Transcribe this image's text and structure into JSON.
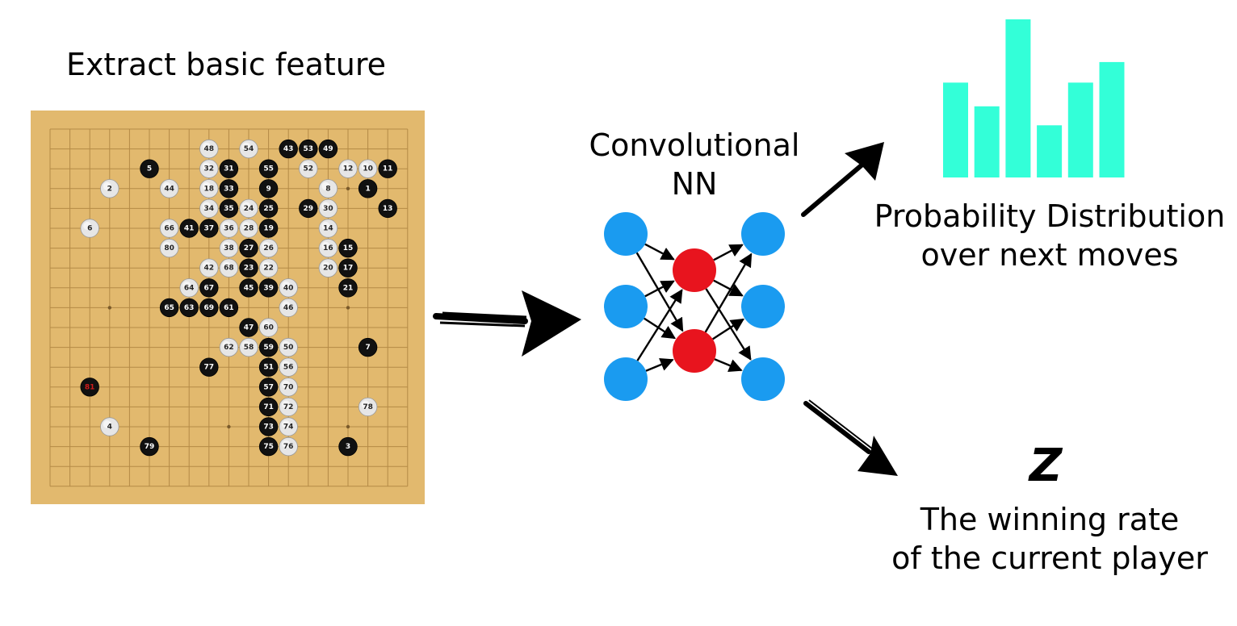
{
  "board": {
    "title": "Extract basic feature",
    "colors": {
      "wood": "#e2b96e",
      "line": "#b48a46",
      "black_stone": "#111111",
      "white_stone": "#e6e6e6",
      "last_move_text": "#d11c1c"
    },
    "stones": [
      {
        "n": "48",
        "c": "w",
        "col": 8,
        "row": 1
      },
      {
        "n": "54",
        "c": "w",
        "col": 10,
        "row": 1
      },
      {
        "n": "43",
        "c": "b",
        "col": 12,
        "row": 1
      },
      {
        "n": "53",
        "c": "b",
        "col": 13,
        "row": 1
      },
      {
        "n": "49",
        "c": "b",
        "col": 14,
        "row": 1
      },
      {
        "n": "5",
        "c": "b",
        "col": 5,
        "row": 2
      },
      {
        "n": "32",
        "c": "w",
        "col": 8,
        "row": 2
      },
      {
        "n": "31",
        "c": "b",
        "col": 9,
        "row": 2
      },
      {
        "n": "55",
        "c": "b",
        "col": 11,
        "row": 2
      },
      {
        "n": "52",
        "c": "w",
        "col": 13,
        "row": 2
      },
      {
        "n": "12",
        "c": "w",
        "col": 15,
        "row": 2
      },
      {
        "n": "10",
        "c": "w",
        "col": 16,
        "row": 2
      },
      {
        "n": "11",
        "c": "b",
        "col": 17,
        "row": 2
      },
      {
        "n": "2",
        "c": "w",
        "col": 3,
        "row": 3
      },
      {
        "n": "44",
        "c": "w",
        "col": 6,
        "row": 3
      },
      {
        "n": "18",
        "c": "w",
        "col": 8,
        "row": 3
      },
      {
        "n": "33",
        "c": "b",
        "col": 9,
        "row": 3
      },
      {
        "n": "9",
        "c": "b",
        "col": 11,
        "row": 3
      },
      {
        "n": "8",
        "c": "w",
        "col": 14,
        "row": 3
      },
      {
        "n": "1",
        "c": "b",
        "col": 16,
        "row": 3
      },
      {
        "n": "34",
        "c": "w",
        "col": 8,
        "row": 4
      },
      {
        "n": "35",
        "c": "b",
        "col": 9,
        "row": 4
      },
      {
        "n": "24",
        "c": "w",
        "col": 10,
        "row": 4
      },
      {
        "n": "25",
        "c": "b",
        "col": 11,
        "row": 4
      },
      {
        "n": "29",
        "c": "b",
        "col": 13,
        "row": 4
      },
      {
        "n": "30",
        "c": "w",
        "col": 14,
        "row": 4
      },
      {
        "n": "13",
        "c": "b",
        "col": 17,
        "row": 4
      },
      {
        "n": "6",
        "c": "w",
        "col": 2,
        "row": 5
      },
      {
        "n": "66",
        "c": "w",
        "col": 6,
        "row": 5
      },
      {
        "n": "41",
        "c": "b",
        "col": 7,
        "row": 5
      },
      {
        "n": "37",
        "c": "b",
        "col": 8,
        "row": 5
      },
      {
        "n": "36",
        "c": "w",
        "col": 9,
        "row": 5
      },
      {
        "n": "28",
        "c": "w",
        "col": 10,
        "row": 5
      },
      {
        "n": "19",
        "c": "b",
        "col": 11,
        "row": 5
      },
      {
        "n": "14",
        "c": "w",
        "col": 14,
        "row": 5
      },
      {
        "n": "80",
        "c": "w",
        "col": 6,
        "row": 6
      },
      {
        "n": "38",
        "c": "w",
        "col": 9,
        "row": 6
      },
      {
        "n": "27",
        "c": "b",
        "col": 10,
        "row": 6
      },
      {
        "n": "26",
        "c": "w",
        "col": 11,
        "row": 6
      },
      {
        "n": "16",
        "c": "w",
        "col": 14,
        "row": 6
      },
      {
        "n": "15",
        "c": "b",
        "col": 15,
        "row": 6
      },
      {
        "n": "42",
        "c": "w",
        "col": 8,
        "row": 7
      },
      {
        "n": "68",
        "c": "w",
        "col": 9,
        "row": 7
      },
      {
        "n": "23",
        "c": "b",
        "col": 10,
        "row": 7
      },
      {
        "n": "22",
        "c": "w",
        "col": 11,
        "row": 7
      },
      {
        "n": "20",
        "c": "w",
        "col": 14,
        "row": 7
      },
      {
        "n": "17",
        "c": "b",
        "col": 15,
        "row": 7
      },
      {
        "n": "64",
        "c": "w",
        "col": 7,
        "row": 8
      },
      {
        "n": "67",
        "c": "b",
        "col": 8,
        "row": 8
      },
      {
        "n": "45",
        "c": "b",
        "col": 10,
        "row": 8
      },
      {
        "n": "39",
        "c": "b",
        "col": 11,
        "row": 8
      },
      {
        "n": "40",
        "c": "w",
        "col": 12,
        "row": 8
      },
      {
        "n": "21",
        "c": "b",
        "col": 15,
        "row": 8
      },
      {
        "n": "65",
        "c": "b",
        "col": 6,
        "row": 9
      },
      {
        "n": "63",
        "c": "b",
        "col": 7,
        "row": 9
      },
      {
        "n": "69",
        "c": "b",
        "col": 8,
        "row": 9
      },
      {
        "n": "61",
        "c": "b",
        "col": 9,
        "row": 9
      },
      {
        "n": "46",
        "c": "w",
        "col": 12,
        "row": 9
      },
      {
        "n": "47",
        "c": "b",
        "col": 10,
        "row": 10
      },
      {
        "n": "60",
        "c": "w",
        "col": 11,
        "row": 10
      },
      {
        "n": "62",
        "c": "w",
        "col": 9,
        "row": 11
      },
      {
        "n": "58",
        "c": "w",
        "col": 10,
        "row": 11
      },
      {
        "n": "59",
        "c": "b",
        "col": 11,
        "row": 11
      },
      {
        "n": "50",
        "c": "w",
        "col": 12,
        "row": 11
      },
      {
        "n": "7",
        "c": "b",
        "col": 16,
        "row": 11
      },
      {
        "n": "77",
        "c": "b",
        "col": 8,
        "row": 12
      },
      {
        "n": "51",
        "c": "b",
        "col": 11,
        "row": 12
      },
      {
        "n": "56",
        "c": "w",
        "col": 12,
        "row": 12
      },
      {
        "n": "81",
        "c": "b",
        "col": 2,
        "row": 13,
        "last": true
      },
      {
        "n": "57",
        "c": "b",
        "col": 11,
        "row": 13
      },
      {
        "n": "70",
        "c": "w",
        "col": 12,
        "row": 13
      },
      {
        "n": "71",
        "c": "b",
        "col": 11,
        "row": 14
      },
      {
        "n": "72",
        "c": "w",
        "col": 12,
        "row": 14
      },
      {
        "n": "78",
        "c": "w",
        "col": 16,
        "row": 14
      },
      {
        "n": "4",
        "c": "w",
        "col": 3,
        "row": 15
      },
      {
        "n": "73",
        "c": "b",
        "col": 11,
        "row": 15
      },
      {
        "n": "74",
        "c": "w",
        "col": 12,
        "row": 15
      },
      {
        "n": "79",
        "c": "b",
        "col": 5,
        "row": 16
      },
      {
        "n": "75",
        "c": "b",
        "col": 11,
        "row": 16
      },
      {
        "n": "76",
        "c": "w",
        "col": 12,
        "row": 16
      },
      {
        "n": "3",
        "c": "b",
        "col": 15,
        "row": 16
      }
    ]
  },
  "network": {
    "title_line1": "Convolutional",
    "title_line2": "NN",
    "colors": {
      "io_node": "#1a9bf0",
      "hidden_node": "#e8141e",
      "edge": "#000000"
    }
  },
  "policy_output": {
    "title_line1": "Probability Distribution",
    "title_line2": "over next moves",
    "color": "#33ffd8",
    "bar_values": [
      0.6,
      0.45,
      1.0,
      0.33,
      0.6,
      0.73
    ]
  },
  "value_output": {
    "symbol": "Z",
    "title_line1": "The winning rate",
    "title_line2": "of the current player"
  }
}
